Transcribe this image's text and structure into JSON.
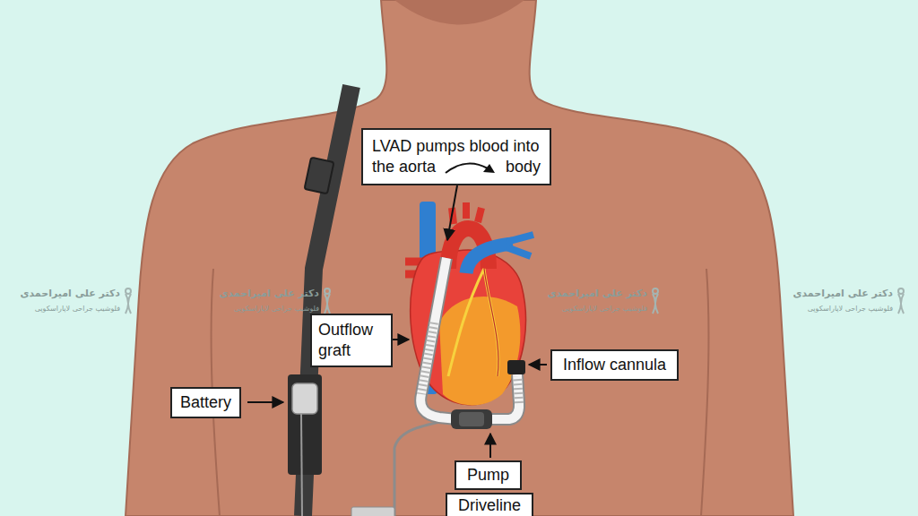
{
  "diagram": {
    "nodes": [
      {
        "text": [
          "LVAD pumps blood into",
          "the aorta",
          "body"
        ]
      },
      {
        "text": [
          "Outflow graft"
        ]
      },
      {
        "text": [
          "Inflow cannula"
        ]
      },
      {
        "text": [
          "Battery"
        ]
      },
      {
        "text": [
          "Pump"
        ]
      },
      {
        "text": [
          "Driveline"
        ]
      }
    ],
    "labels": [
      "دکتر علی امیراحمدی",
      "فلوشیپ جراحی لاپاراسکوپی",
      "دکتر علی امیراحمدی",
      "فلوشیپ جراحی لاپاراسکوپی",
      "دکتر علی امیراحمدی",
      "فلوشیپ جراحی لاپاراسکوپی",
      "دکتر علی امیراحمدی",
      "فلوشیپ جراحی لاپاراسکوپی"
    ]
  }
}
